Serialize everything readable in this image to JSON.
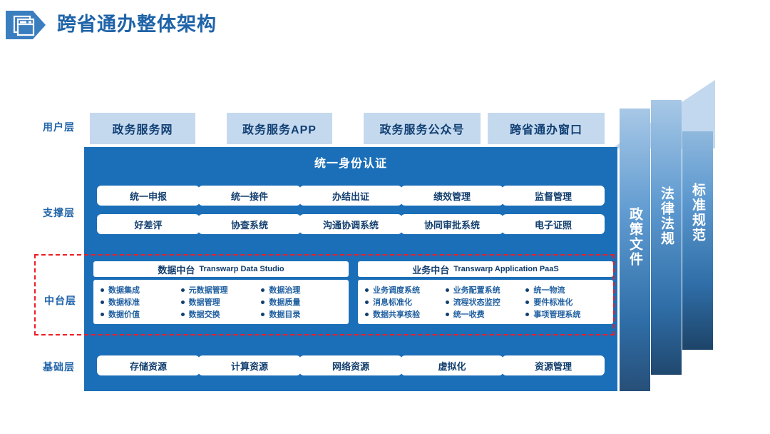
{
  "header": {
    "title": "跨省通办整体架构",
    "icon": "document-stack-icon"
  },
  "layers": {
    "user": {
      "label": "用户层",
      "items": [
        "政务服务网",
        "政务服务APP",
        "政务服务公众号",
        "跨省通办窗口"
      ]
    },
    "auth": {
      "label": "统一身份认证"
    },
    "support": {
      "label": "支撑层",
      "row1": [
        "统一申报",
        "统一接件",
        "办结出证",
        "绩效管理",
        "监督管理"
      ],
      "row2": [
        "好差评",
        "协查系统",
        "沟通协调系统",
        "协同审批系统",
        "电子证照"
      ]
    },
    "middle": {
      "label": "中台层",
      "platforms": [
        {
          "name_cn": "数据中台",
          "name_en": "Transwarp Data Studio",
          "items": [
            "数据集成",
            "元数据管理",
            "数据治理",
            "数据标准",
            "数据管理",
            "数据质量",
            "数据价值",
            "数据交换",
            "数据目录"
          ]
        },
        {
          "name_cn": "业务中台",
          "name_en": "Transwarp Application PaaS",
          "items": [
            "业务调度系统",
            "业务配置系统",
            "统一物流",
            "消息标准化",
            "流程状态监控",
            "要件标准化",
            "数据共享核验",
            "统一收费",
            "事项管理系统"
          ]
        }
      ]
    },
    "base": {
      "label": "基础层",
      "items": [
        "存储资源",
        "计算资源",
        "网络资源",
        "虚拟化",
        "资源管理"
      ]
    }
  },
  "side_panels": [
    {
      "label": "政策文件"
    },
    {
      "label": "法律法规"
    },
    {
      "label": "标准规范"
    }
  ],
  "colors": {
    "brand_blue": "#1b6fb8",
    "title_blue": "#1f63a8",
    "light_box": "#c5d9ee",
    "highlight_red": "#ee1c25",
    "text_dark_blue": "#123e6e"
  }
}
